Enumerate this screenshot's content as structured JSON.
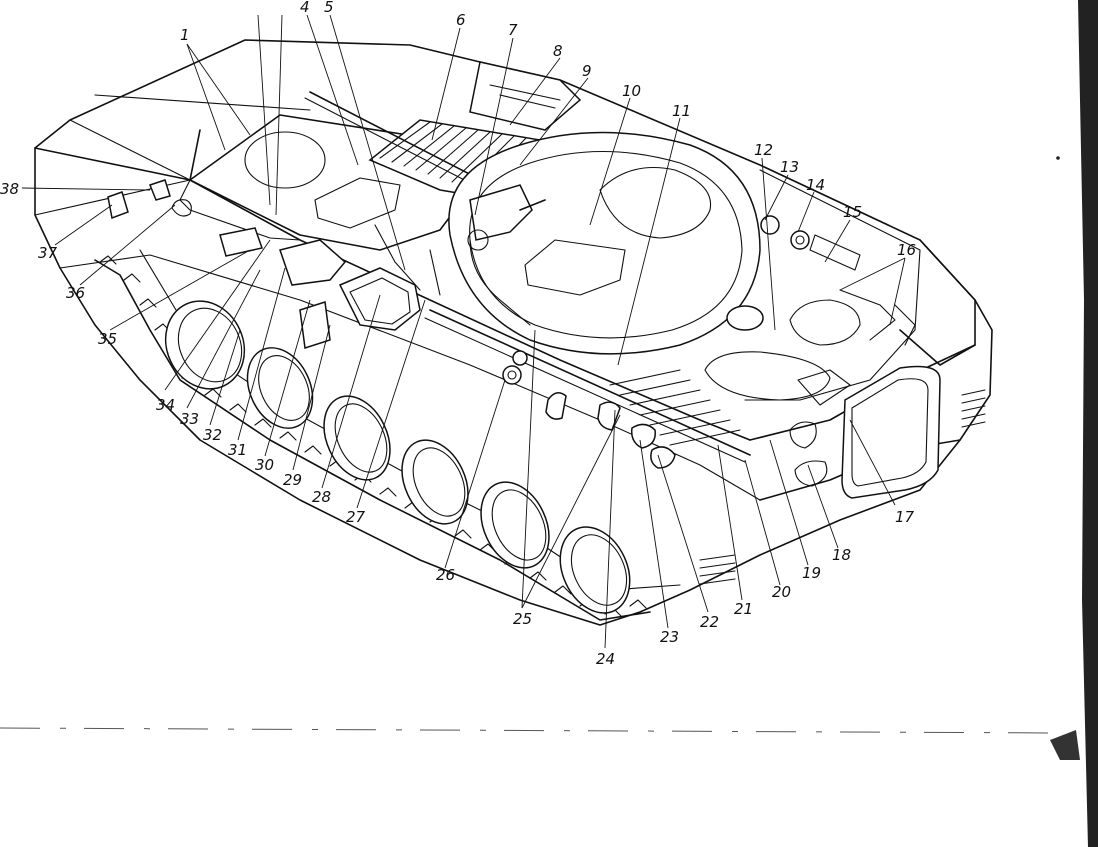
{
  "figure": {
    "callouts": [
      "1",
      "4",
      "5",
      "6",
      "7",
      "8",
      "9",
      "10",
      "11",
      "12",
      "13",
      "14",
      "15",
      "16",
      "17",
      "18",
      "19",
      "20",
      "21",
      "23",
      "22",
      "24",
      "25",
      "26",
      "27",
      "28",
      "29",
      "30",
      "31",
      "32",
      "33",
      "34",
      "35",
      "36",
      "37",
      "38"
    ]
  },
  "colors": {
    "ink": "#111111",
    "paper": "#ffffff"
  }
}
